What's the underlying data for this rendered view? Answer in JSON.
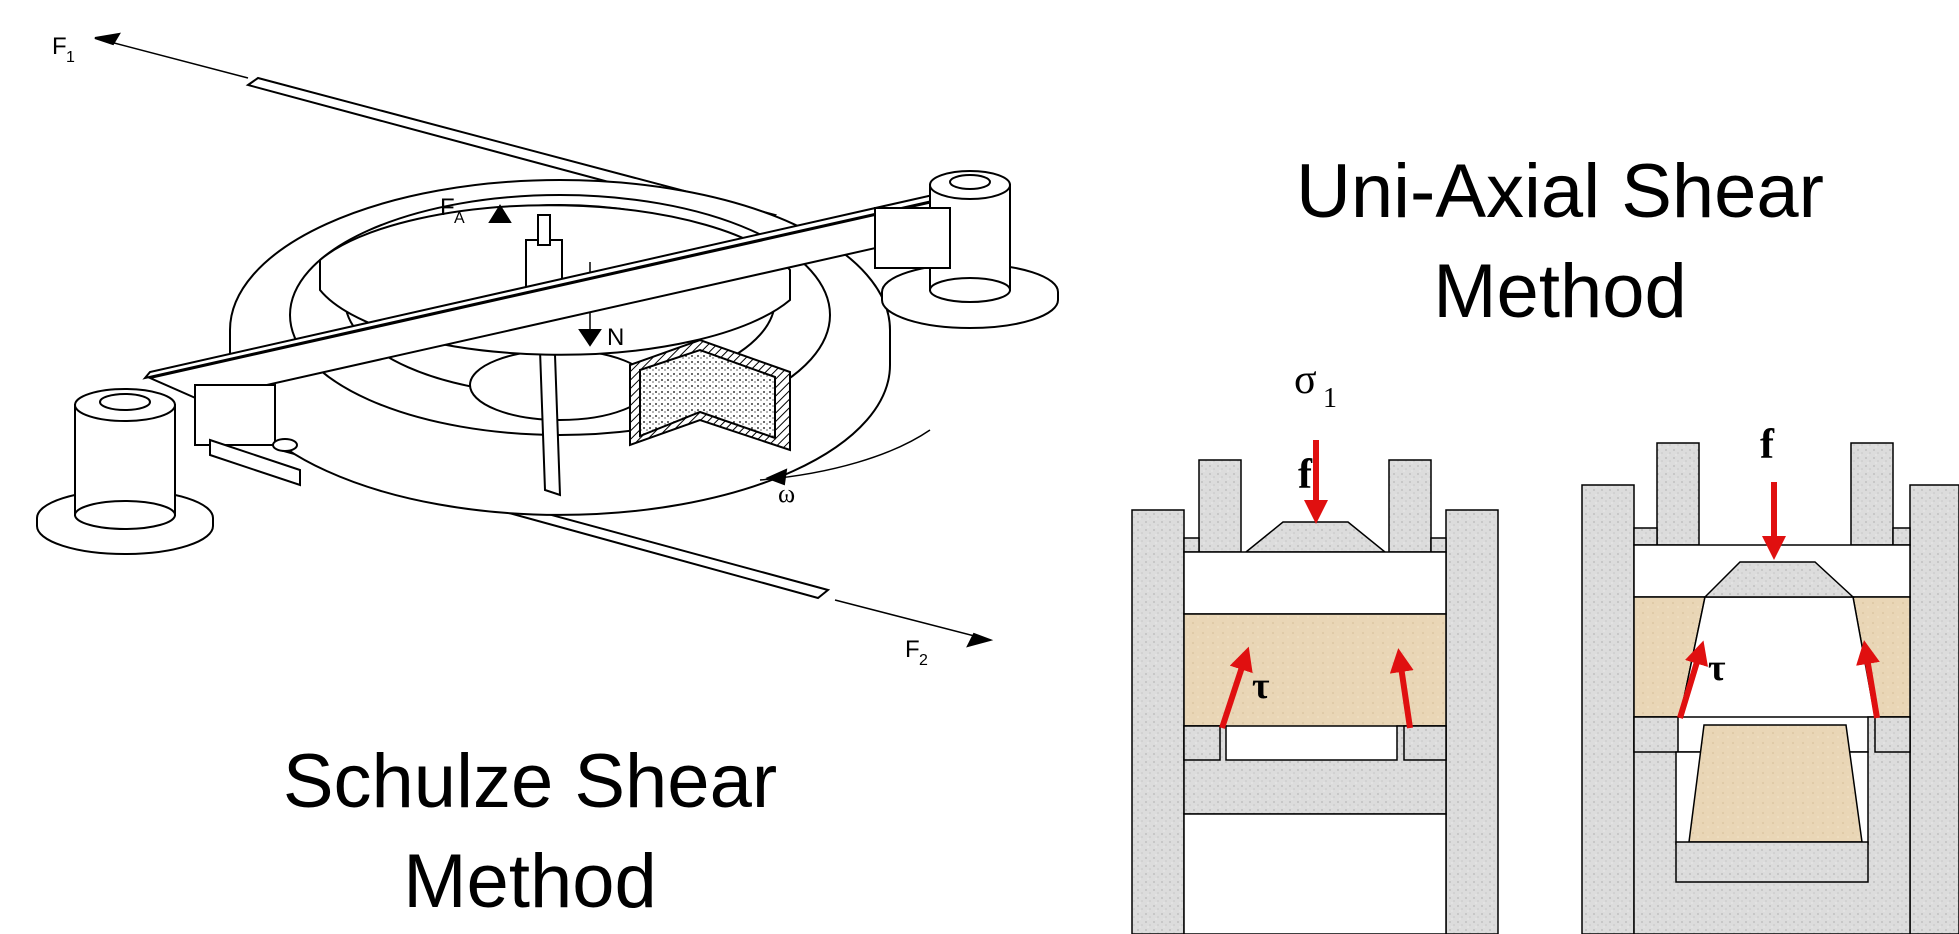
{
  "titles": {
    "uniaxial_line1": "Uni-Axial Shear",
    "uniaxial_line2": "Method",
    "schulze_line1": "Schulze Shear",
    "schulze_line2": "Method"
  },
  "schulze_diagram": {
    "labels": {
      "f1": "F",
      "f1_sub": "1",
      "f2": "F",
      "f2_sub": "2",
      "fa": "F",
      "fa_sub": "A",
      "n": "N",
      "omega": "ω"
    }
  },
  "uniaxial_diagram": {
    "labels": {
      "sigma": "σ",
      "sigma_sub": "1",
      "f_left": "f",
      "f_right": "f",
      "tau_left": "τ",
      "tau_right": "τ"
    }
  },
  "colors": {
    "wall_gray": "#d9d9d9",
    "sample_tan": "#e8d5b5",
    "arrow_red": "#e01010",
    "line": "#000000"
  }
}
